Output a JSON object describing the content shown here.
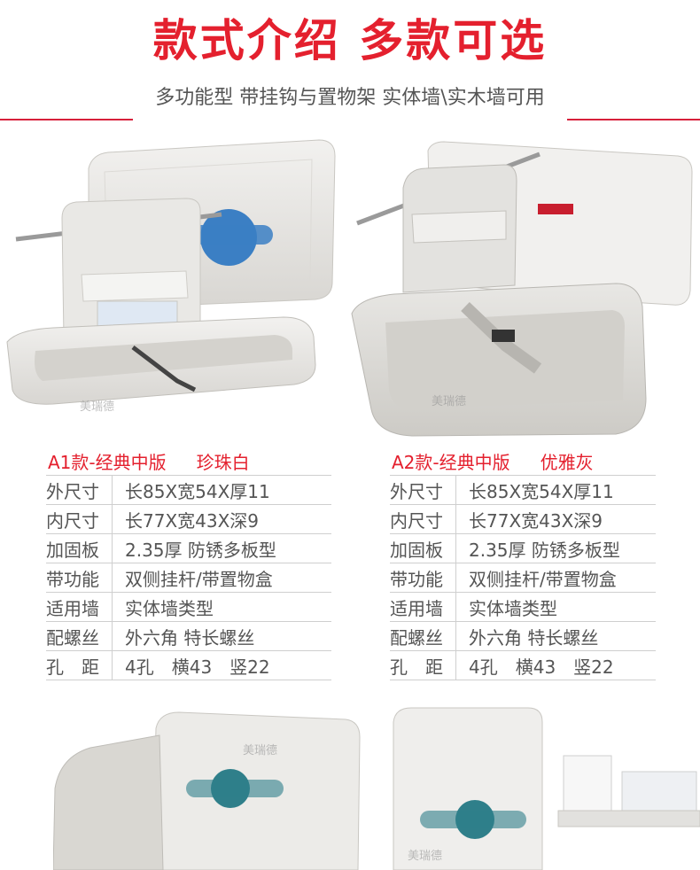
{
  "header": {
    "title": "款式介绍  多款可选",
    "subtitle": "多功能型 带挂钩与置物架 实体墙\\实木墙可用",
    "accent": "#e4202e"
  },
  "products": [
    {
      "model": "A1款-经典中版",
      "color": "珍珠白",
      "specs": [
        {
          "label": "外尺寸",
          "value": "长85X宽54X厚11"
        },
        {
          "label": "内尺寸",
          "value": "长77X宽43X深9"
        },
        {
          "label": "加固板",
          "value": "2.35厚 防锈多板型"
        },
        {
          "label": "带功能",
          "value": "双侧挂杆/带置物盒"
        },
        {
          "label": "适用墙",
          "value": "实体墙类型"
        },
        {
          "label": "配螺丝",
          "value": "外六角 特长螺丝"
        },
        {
          "label": "孔　距",
          "value": "4孔　横43　竖22"
        }
      ]
    },
    {
      "model": "A2款-经典中版",
      "color": "优雅灰",
      "specs": [
        {
          "label": "外尺寸",
          "value": "长85X宽54X厚11"
        },
        {
          "label": "内尺寸",
          "value": "长77X宽43X深9"
        },
        {
          "label": "加固板",
          "value": "2.35厚 防锈多板型"
        },
        {
          "label": "带功能",
          "value": "双侧挂杆/带置物盒"
        },
        {
          "label": "适用墙",
          "value": "实体墙类型"
        },
        {
          "label": "配螺丝",
          "value": "外六角 特长螺丝"
        },
        {
          "label": "孔　距",
          "value": "4孔　横43　竖22"
        }
      ]
    }
  ],
  "watermark": "美瑞德"
}
